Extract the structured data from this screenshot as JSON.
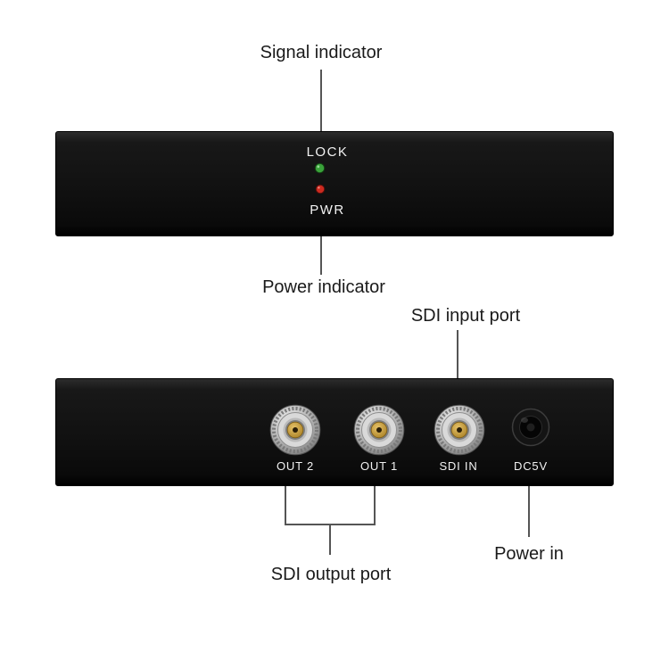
{
  "annotations": {
    "signal_indicator": "Signal indicator",
    "power_indicator": "Power indicator",
    "sdi_input_port": "SDI input port",
    "sdi_output_port": "SDI output port",
    "power_in": "Power in"
  },
  "front_panel": {
    "lock_label": "LOCK",
    "pwr_label": "PWR",
    "signal_led_color": "#3aa23a",
    "power_led_color": "#cc2a1f"
  },
  "rear_panel": {
    "ports": [
      {
        "label": "OUT 2",
        "type": "bnc-connector"
      },
      {
        "label": "OUT 1",
        "type": "bnc-connector"
      },
      {
        "label": "SDI IN",
        "type": "bnc-connector"
      },
      {
        "label": "DC5V",
        "type": "dc-power-jack"
      }
    ]
  },
  "colors": {
    "device_body": "#121212",
    "panel_text": "#f2f2f2",
    "annotation_text": "#1a1a1a",
    "callout_line": "#555555",
    "background": "#ffffff",
    "bnc_gold": "#c89b3c",
    "bnc_metal": "#b4b4b4"
  }
}
